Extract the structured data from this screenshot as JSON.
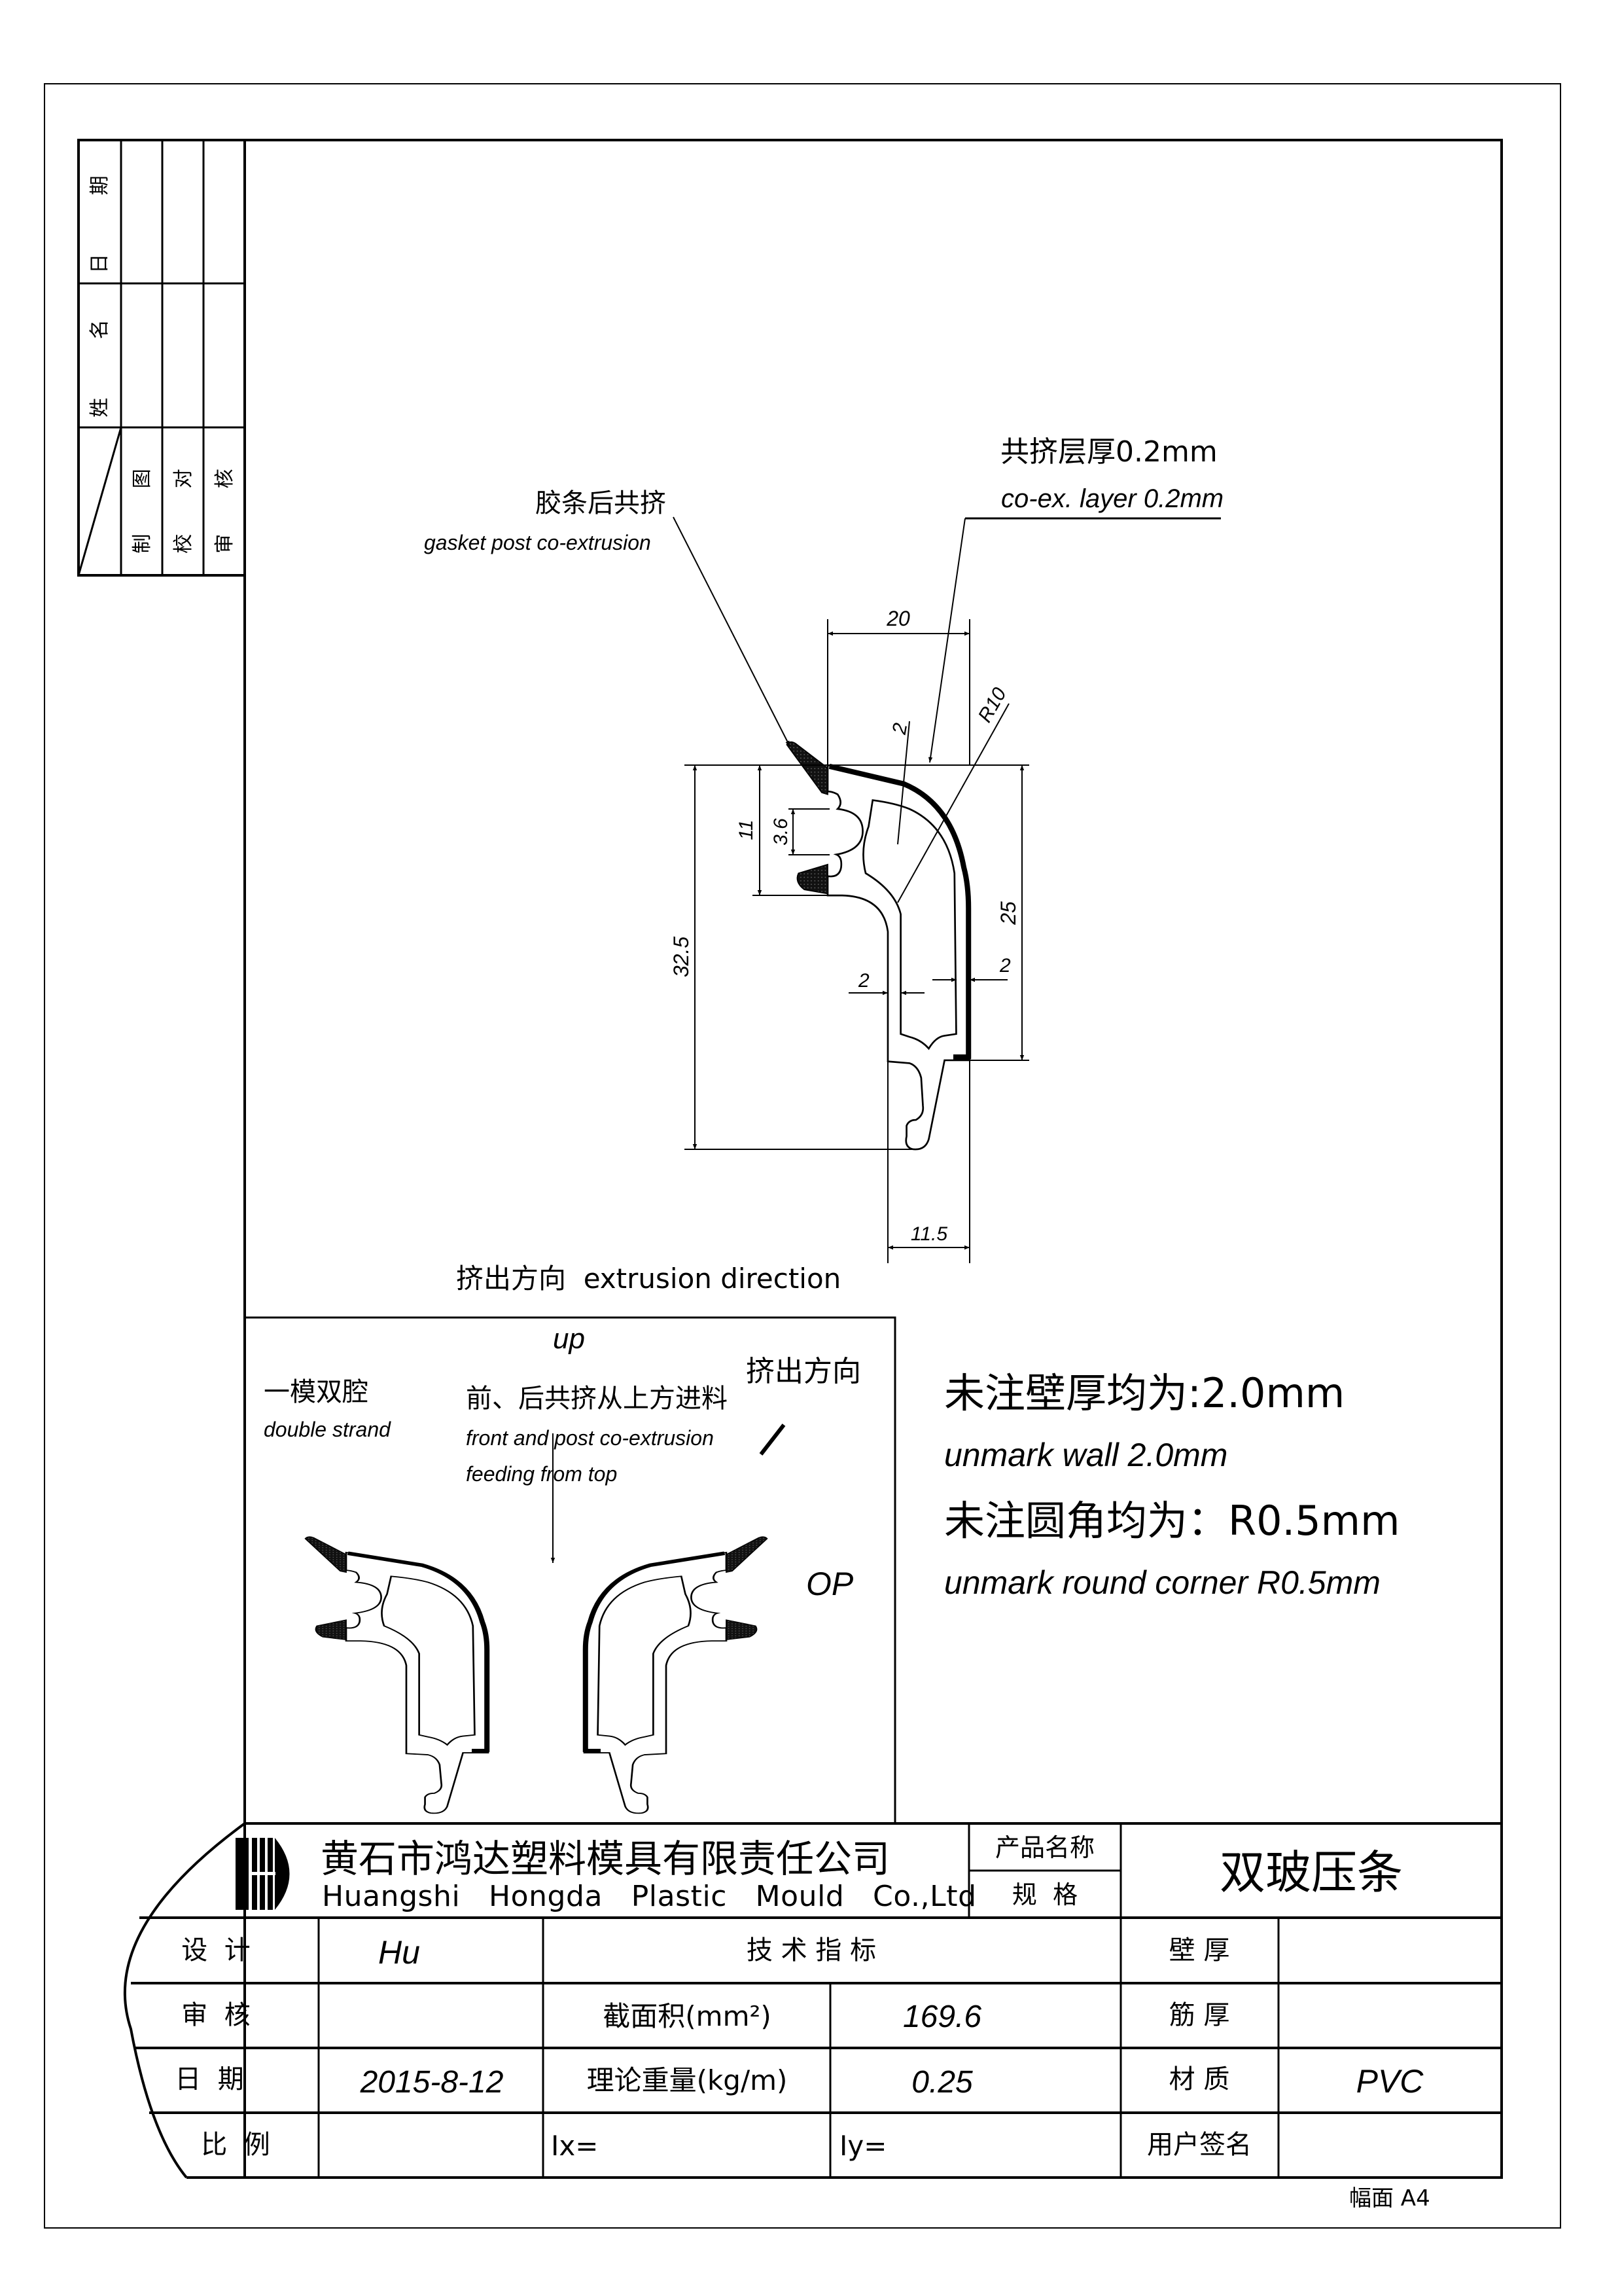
{
  "margin_table": {
    "date_label": "日 期",
    "name_label": "姓 名",
    "rows": [
      "制 图",
      "校 对",
      "审 核"
    ]
  },
  "drawing": {
    "coex_cn": "共挤层厚0.2mm",
    "coex_en": "co-ex. layer 0.2mm",
    "gasket_cn": "胶条后共挤",
    "gasket_en": "gasket post co-extrusion",
    "dims": {
      "width_top": "20",
      "radius": "R10",
      "wall_top": "2",
      "height_11": "11",
      "height_3_6": "3.6",
      "height_32_5": "32.5",
      "height_25": "25",
      "wall_left": "2",
      "wall_right": "2",
      "width_bottom": "11.5"
    }
  },
  "die_layout": {
    "title": "挤出方向  extrusion direction",
    "up": "up",
    "double_cn": "一模双腔",
    "double_en": "double strand",
    "feed_cn": "前、后共挤从上方进料",
    "feed_en1": "front and post co-extrusion",
    "feed_en2": "feeding from top",
    "extrusion_dir_cn": "挤出方向",
    "op": "OP"
  },
  "notes": {
    "wall_cn": "未注壁厚均为:2.0mm",
    "wall_en": "unmark wall 2.0mm",
    "corner_cn": "未注圆角均为：R0.5mm",
    "corner_en": "unmark round corner R0.5mm"
  },
  "title_block": {
    "company_cn": "黄石市鸿达塑料模具有限责任公司",
    "company_en": "Huangshi   Hongda   Plastic   Mould   Co.,Ltd",
    "product_name_label": "产品名称",
    "spec_label": "规  格",
    "product_name": "双玻压条",
    "design_label": "设  计",
    "designer": "Hu",
    "tech_label": "技 术 指 标",
    "wall_label": "壁 厚",
    "wall_value": "",
    "review_label": "审  核",
    "area_label": "截面积(mm²)",
    "area_value": "169.6",
    "rib_label": "筋 厚",
    "date_label": "日  期",
    "date_value": "2015-8-12",
    "weight_label": "理论重量(kg/m)",
    "weight_value": "0.25",
    "material_label": "材 质",
    "material_value": "PVC",
    "scale_label": "比  例",
    "ix_label": "Ix=",
    "iy_label": "Iy=",
    "user_sign_label": "用户签名"
  },
  "sheet_size": "幅面 A4"
}
